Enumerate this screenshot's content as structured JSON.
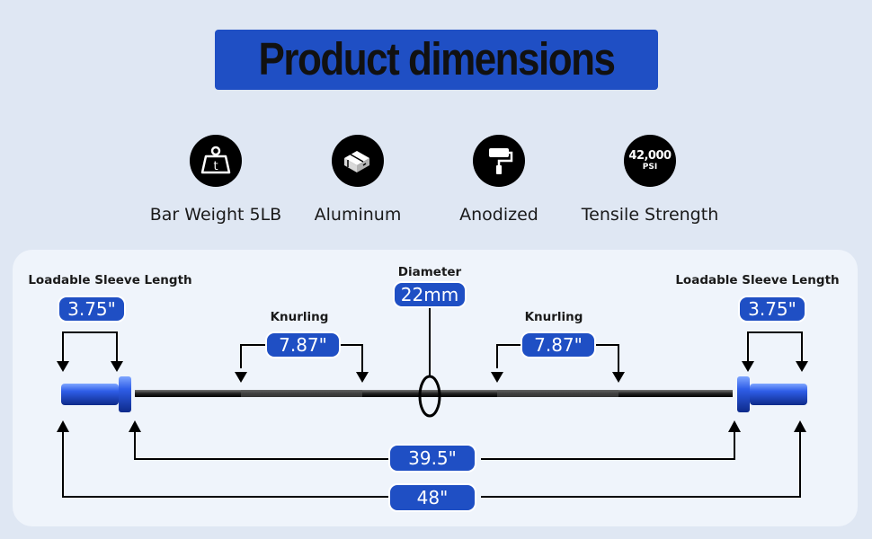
{
  "title": "Product dimensions",
  "features": [
    {
      "label": "Bar Weight 5LB",
      "icon": "weight-icon",
      "icon_text": "t"
    },
    {
      "label": "Aluminum",
      "icon": "aluminum-profile-icon"
    },
    {
      "label": "Anodized",
      "icon": "paint-roller-icon"
    },
    {
      "label": "Tensile Strength",
      "icon": "psi-badge-icon",
      "icon_text": "42,000",
      "icon_subtext": "PSI"
    }
  ],
  "diagram": {
    "sleeve_label_left": "Loadable Sleeve Length",
    "sleeve_label_right": "Loadable Sleeve Length",
    "sleeve_left": "3.75\"",
    "sleeve_right": "3.75\"",
    "knurling_label_left": "Knurling",
    "knurling_label_right": "Knurling",
    "knurling_left": "7.87\"",
    "knurling_right": "7.87\"",
    "diameter_label": "Diameter",
    "diameter": "22mm",
    "inner_length": "39.5\"",
    "total_length": "48\""
  },
  "colors": {
    "accent": "#1f4fc4",
    "background": "#dfe7f3",
    "panel": "#eff4fb"
  }
}
